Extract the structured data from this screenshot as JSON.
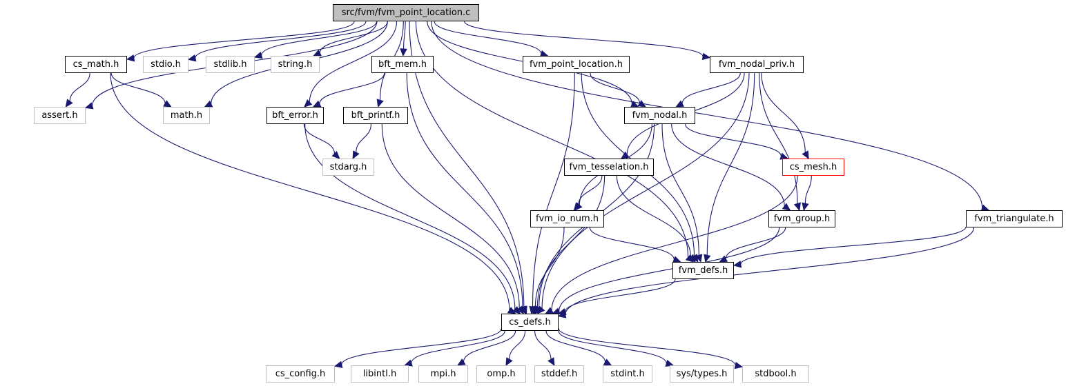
{
  "title": "src/fvm/fvm_point_location.c",
  "colors": {
    "edge": "#191970",
    "root_fill": "#bfbfbf",
    "documented_border": "#000000",
    "external_border": "#bfbfbf",
    "truncated_border": "#ff0000"
  },
  "nodes": [
    {
      "id": "root",
      "label": "src/fvm/fvm_point_location.c",
      "kind": "root"
    },
    {
      "id": "cs_math",
      "label": "cs_math.h",
      "kind": "documented"
    },
    {
      "id": "stdio",
      "label": "stdio.h",
      "kind": "external"
    },
    {
      "id": "stdlib",
      "label": "stdlib.h",
      "kind": "external"
    },
    {
      "id": "string",
      "label": "string.h",
      "kind": "external"
    },
    {
      "id": "bft_mem",
      "label": "bft_mem.h",
      "kind": "documented"
    },
    {
      "id": "fvm_point_location_h",
      "label": "fvm_point_location.h",
      "kind": "documented"
    },
    {
      "id": "fvm_nodal_priv",
      "label": "fvm_nodal_priv.h",
      "kind": "documented"
    },
    {
      "id": "assert",
      "label": "assert.h",
      "kind": "external"
    },
    {
      "id": "math",
      "label": "math.h",
      "kind": "external"
    },
    {
      "id": "bft_error",
      "label": "bft_error.h",
      "kind": "documented"
    },
    {
      "id": "bft_printf",
      "label": "bft_printf.h",
      "kind": "documented"
    },
    {
      "id": "fvm_nodal",
      "label": "fvm_nodal.h",
      "kind": "documented"
    },
    {
      "id": "stdarg",
      "label": "stdarg.h",
      "kind": "external"
    },
    {
      "id": "fvm_tesselation",
      "label": "fvm_tesselation.h",
      "kind": "documented"
    },
    {
      "id": "cs_mesh",
      "label": "cs_mesh.h",
      "kind": "truncated"
    },
    {
      "id": "fvm_io_num",
      "label": "fvm_io_num.h",
      "kind": "documented"
    },
    {
      "id": "fvm_group",
      "label": "fvm_group.h",
      "kind": "documented"
    },
    {
      "id": "fvm_triangulate",
      "label": "fvm_triangulate.h",
      "kind": "documented"
    },
    {
      "id": "fvm_defs",
      "label": "fvm_defs.h",
      "kind": "documented"
    },
    {
      "id": "cs_defs",
      "label": "cs_defs.h",
      "kind": "documented"
    },
    {
      "id": "cs_config",
      "label": "cs_config.h",
      "kind": "external"
    },
    {
      "id": "libintl",
      "label": "libintl.h",
      "kind": "external"
    },
    {
      "id": "mpi",
      "label": "mpi.h",
      "kind": "external"
    },
    {
      "id": "omp",
      "label": "omp.h",
      "kind": "external"
    },
    {
      "id": "stddef",
      "label": "stddef.h",
      "kind": "external"
    },
    {
      "id": "stdint",
      "label": "stdint.h",
      "kind": "external"
    },
    {
      "id": "sys_types",
      "label": "sys/types.h",
      "kind": "external"
    },
    {
      "id": "stdbool",
      "label": "stdbool.h",
      "kind": "external"
    }
  ],
  "edges": [
    [
      "root",
      "cs_math"
    ],
    [
      "root",
      "stdio"
    ],
    [
      "root",
      "stdlib"
    ],
    [
      "root",
      "string"
    ],
    [
      "root",
      "bft_mem"
    ],
    [
      "root",
      "fvm_point_location_h"
    ],
    [
      "root",
      "fvm_nodal_priv"
    ],
    [
      "root",
      "assert"
    ],
    [
      "root",
      "math"
    ],
    [
      "root",
      "bft_error"
    ],
    [
      "root",
      "bft_printf"
    ],
    [
      "root",
      "fvm_nodal"
    ],
    [
      "root",
      "fvm_triangulate"
    ],
    [
      "root",
      "fvm_defs"
    ],
    [
      "root",
      "cs_defs"
    ],
    [
      "cs_math",
      "assert"
    ],
    [
      "cs_math",
      "math"
    ],
    [
      "cs_math",
      "cs_defs"
    ],
    [
      "bft_mem",
      "bft_error"
    ],
    [
      "bft_mem",
      "cs_defs"
    ],
    [
      "bft_error",
      "stdarg"
    ],
    [
      "bft_error",
      "cs_defs"
    ],
    [
      "bft_printf",
      "stdarg"
    ],
    [
      "bft_printf",
      "cs_defs"
    ],
    [
      "fvm_point_location_h",
      "fvm_nodal"
    ],
    [
      "fvm_point_location_h",
      "fvm_defs"
    ],
    [
      "fvm_point_location_h",
      "cs_defs"
    ],
    [
      "fvm_nodal_priv",
      "fvm_nodal"
    ],
    [
      "fvm_nodal_priv",
      "fvm_tesselation"
    ],
    [
      "fvm_nodal_priv",
      "cs_mesh"
    ],
    [
      "fvm_nodal_priv",
      "fvm_group"
    ],
    [
      "fvm_nodal_priv",
      "fvm_defs"
    ],
    [
      "fvm_nodal_priv",
      "cs_defs"
    ],
    [
      "fvm_nodal",
      "cs_mesh"
    ],
    [
      "fvm_nodal",
      "fvm_io_num"
    ],
    [
      "fvm_nodal",
      "fvm_group"
    ],
    [
      "fvm_nodal",
      "fvm_defs"
    ],
    [
      "fvm_nodal",
      "cs_defs"
    ],
    [
      "fvm_tesselation",
      "fvm_io_num"
    ],
    [
      "fvm_tesselation",
      "fvm_defs"
    ],
    [
      "fvm_tesselation",
      "cs_defs"
    ],
    [
      "cs_mesh",
      "fvm_group"
    ],
    [
      "cs_mesh",
      "cs_defs"
    ],
    [
      "fvm_io_num",
      "fvm_defs"
    ],
    [
      "fvm_io_num",
      "cs_defs"
    ],
    [
      "fvm_group",
      "fvm_defs"
    ],
    [
      "fvm_group",
      "cs_defs"
    ],
    [
      "fvm_triangulate",
      "fvm_defs"
    ],
    [
      "fvm_triangulate",
      "cs_defs"
    ],
    [
      "fvm_defs",
      "cs_defs"
    ],
    [
      "cs_defs",
      "cs_config"
    ],
    [
      "cs_defs",
      "libintl"
    ],
    [
      "cs_defs",
      "mpi"
    ],
    [
      "cs_defs",
      "omp"
    ],
    [
      "cs_defs",
      "stddef"
    ],
    [
      "cs_defs",
      "stdint"
    ],
    [
      "cs_defs",
      "sys_types"
    ],
    [
      "cs_defs",
      "stdbool"
    ]
  ]
}
